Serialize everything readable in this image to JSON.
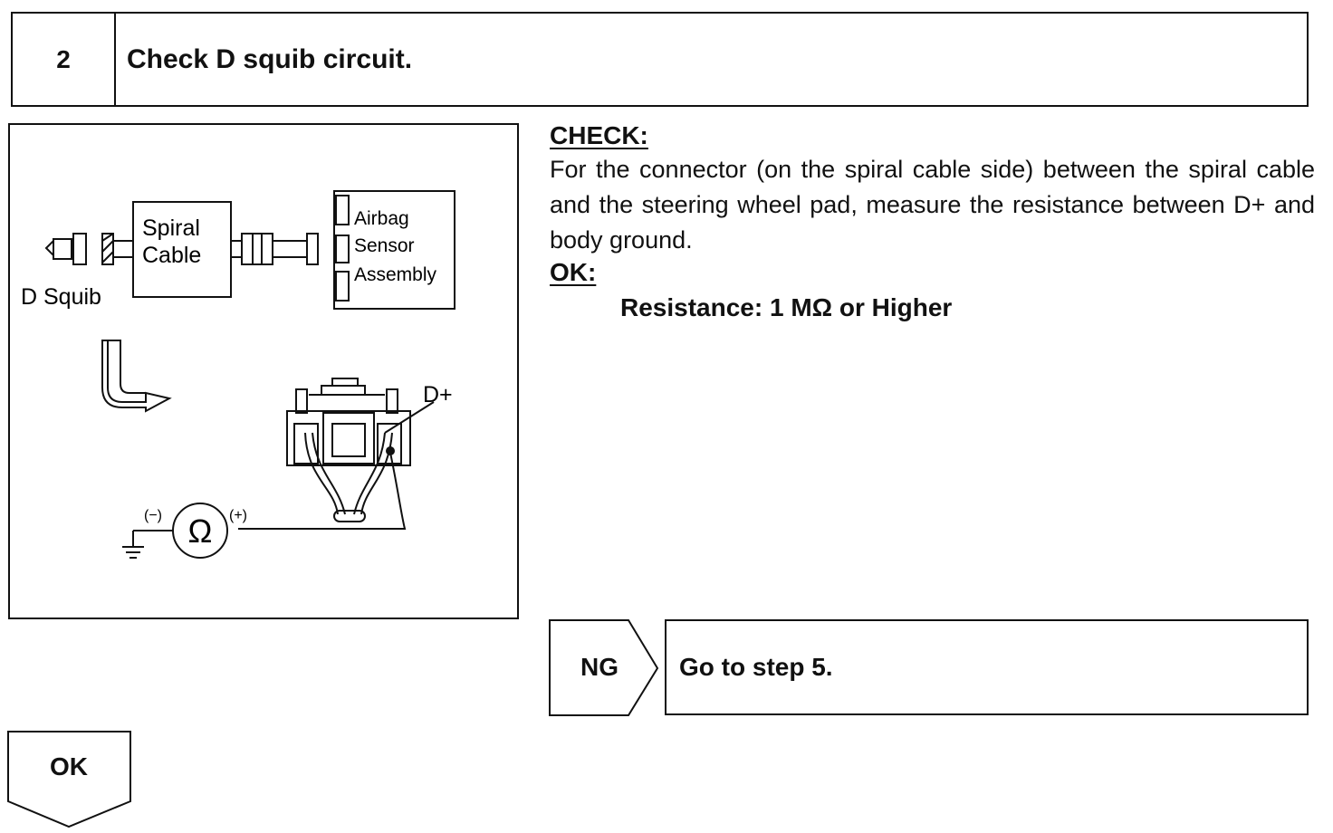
{
  "step": {
    "number": "2",
    "title": "Check D squib circuit."
  },
  "diagram": {
    "spiral_cable_line1": "Spiral",
    "spiral_cable_line2": "Cable",
    "airbag_line1": "Airbag",
    "airbag_line2": "Sensor",
    "airbag_line3": "Assembly",
    "d_squib": "D Squib",
    "d_plus": "D+",
    "ohm_symbol": "Ω",
    "minus": "(−)",
    "plus": "(+)"
  },
  "check": {
    "heading": "CHECK:",
    "body": "For the connector (on the spiral cable side) between the spiral cable and the steering wheel pad, measure the resistance between D+ and body ground.",
    "ok_heading": "OK:",
    "spec": "Resistance: 1 MΩ or Higher"
  },
  "ng": {
    "label": "NG",
    "action": "Go to step 5."
  },
  "ok": {
    "label": "OK"
  }
}
